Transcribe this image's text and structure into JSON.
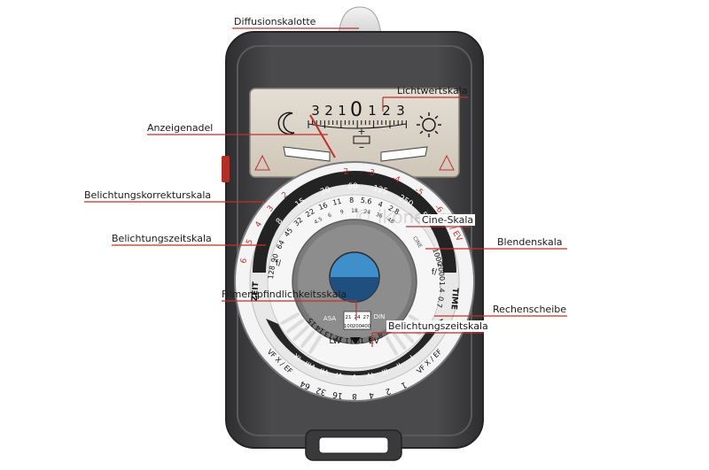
{
  "labels": {
    "diffusionskalotte": "Diffusionskalotte",
    "lichtwertskala": "Lichtwertskala",
    "anzeigenadel": "Anzeigenadel",
    "belichtungskorrekturskala": "Belichtungskorrekturskala",
    "cine_skala": "Cine-Skala",
    "belichtungszeitskala_left": "Belichtungszeitskala",
    "blendenskala": "Blendenskala",
    "filmempfindlichkeitsskala": "Filmempfindlichkeitsskala",
    "rechenscheibe": "Rechenscheibe",
    "belichtungszeitskala_bottom": "Belichtungszeitskala"
  },
  "meter": {
    "scale_left": [
      "3",
      "2",
      "1"
    ],
    "scale_zero": "0",
    "scale_right": [
      "1",
      "2",
      "3"
    ],
    "plus": "+",
    "minus": "–",
    "moon_icon": "moon-icon",
    "sun_icon": "sun-icon"
  },
  "dial": {
    "lw_ev": "LW / EV",
    "zeit": "ZEIT",
    "time": "TIME",
    "cine": "CINE",
    "asa": "ASA",
    "din": "DIN",
    "f_left": "f/",
    "f_right": "f/",
    "lw_bottom": "LW",
    "ev_bottom": "EV",
    "vf_left": "VF X / EF",
    "vf_right": "VF X / EF",
    "red_ring": [
      "-2",
      "-3",
      "-4",
      "-5",
      "-6"
    ],
    "red_ring_left": [
      "2",
      "3",
      "4",
      "5",
      "6"
    ],
    "black_ring": [
      "8",
      "15",
      "30",
      "60",
      "125",
      "250",
      "500"
    ],
    "time_scale": [
      "128",
      "90",
      "64",
      "45",
      "32",
      "22",
      "16",
      "11",
      "8",
      "5.6",
      "4",
      "2.8"
    ],
    "aperture_right": [
      "1000",
      "2000",
      "1.4",
      "0.7"
    ],
    "ev_numbers": [
      "15",
      "14",
      "13",
      "12",
      "11",
      "10",
      "9",
      "8",
      "7",
      "6"
    ],
    "roman": [
      "IX",
      "VIII",
      "VII",
      "VI",
      "V",
      "IV",
      "III",
      "II",
      "I"
    ],
    "bottom_ring": [
      "64",
      "32",
      "16",
      "8",
      "4",
      "2",
      "1"
    ],
    "film_speed": [
      "21",
      "24",
      "27",
      "100",
      "200",
      "400"
    ],
    "cine_numbers": [
      "4.5",
      "6",
      "9",
      "18",
      "24",
      "36",
      "48"
    ],
    "watermark": "© ikonet.com"
  },
  "colors": {
    "body": "#3f3f41",
    "body_edge": "#2b2b2c",
    "panel": "#d4ccc0",
    "red": "#c0302b",
    "pointer_line": "#c0302b",
    "sensor_blue": "#3f8fcb",
    "sensor_dark": "#1f4f7e"
  }
}
